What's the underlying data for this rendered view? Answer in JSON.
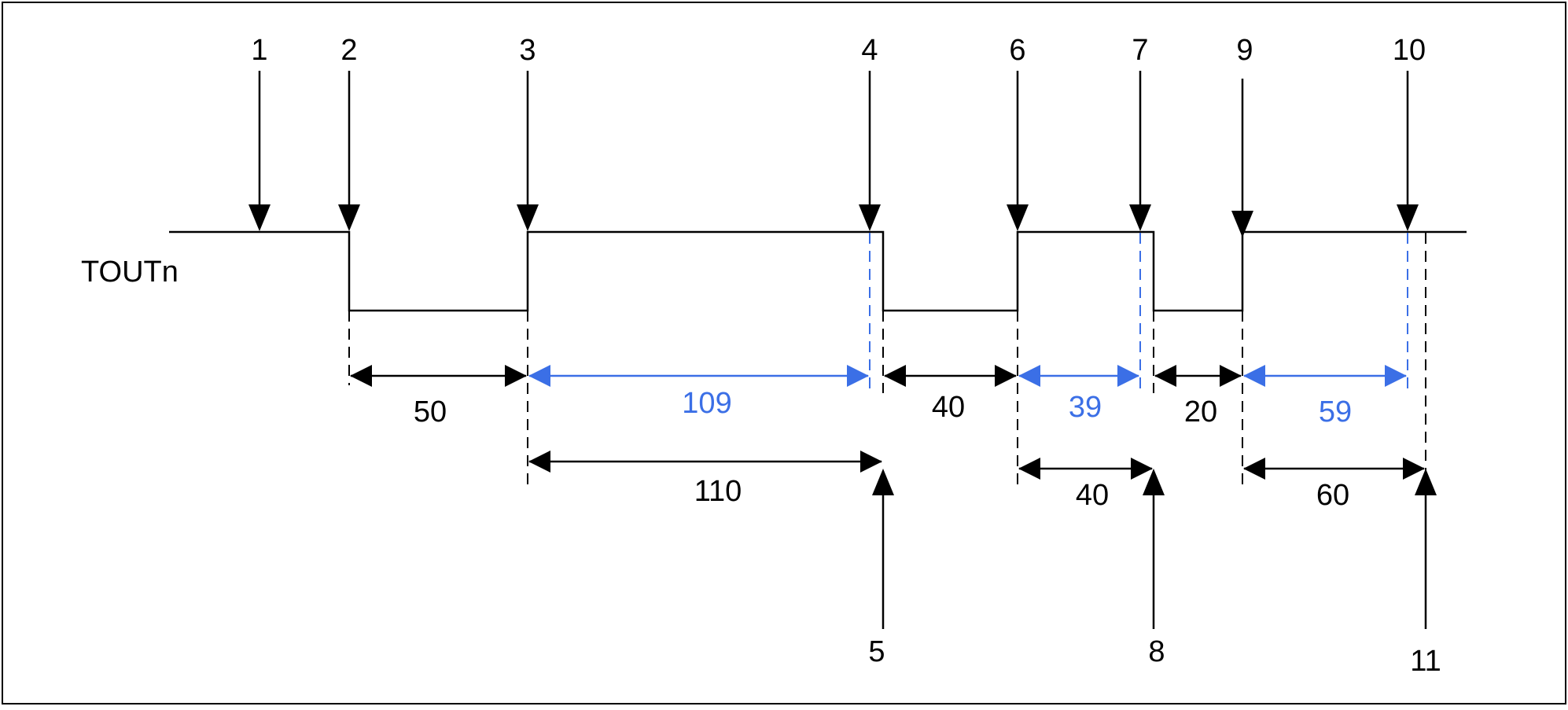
{
  "signal_label": "TOUTn",
  "events_top": [
    "1",
    "2",
    "3",
    "4",
    "6",
    "7",
    "9",
    "10"
  ],
  "events_bottom": [
    "5",
    "8",
    "11"
  ],
  "durations_row1": [
    {
      "text": "50",
      "style": "black"
    },
    {
      "text": "109",
      "style": "blue"
    },
    {
      "text": "40",
      "style": "black"
    },
    {
      "text": "39",
      "style": "blue"
    },
    {
      "text": "20",
      "style": "black"
    },
    {
      "text": "59",
      "style": "blue"
    }
  ],
  "durations_row2": [
    {
      "text": "110",
      "style": "black"
    },
    {
      "text": "40",
      "style": "black"
    },
    {
      "text": "60",
      "style": "black"
    }
  ],
  "colors": {
    "line": "#000000",
    "highlight": "#3b6fe6",
    "background": "#ffffff",
    "border": "#000000"
  }
}
